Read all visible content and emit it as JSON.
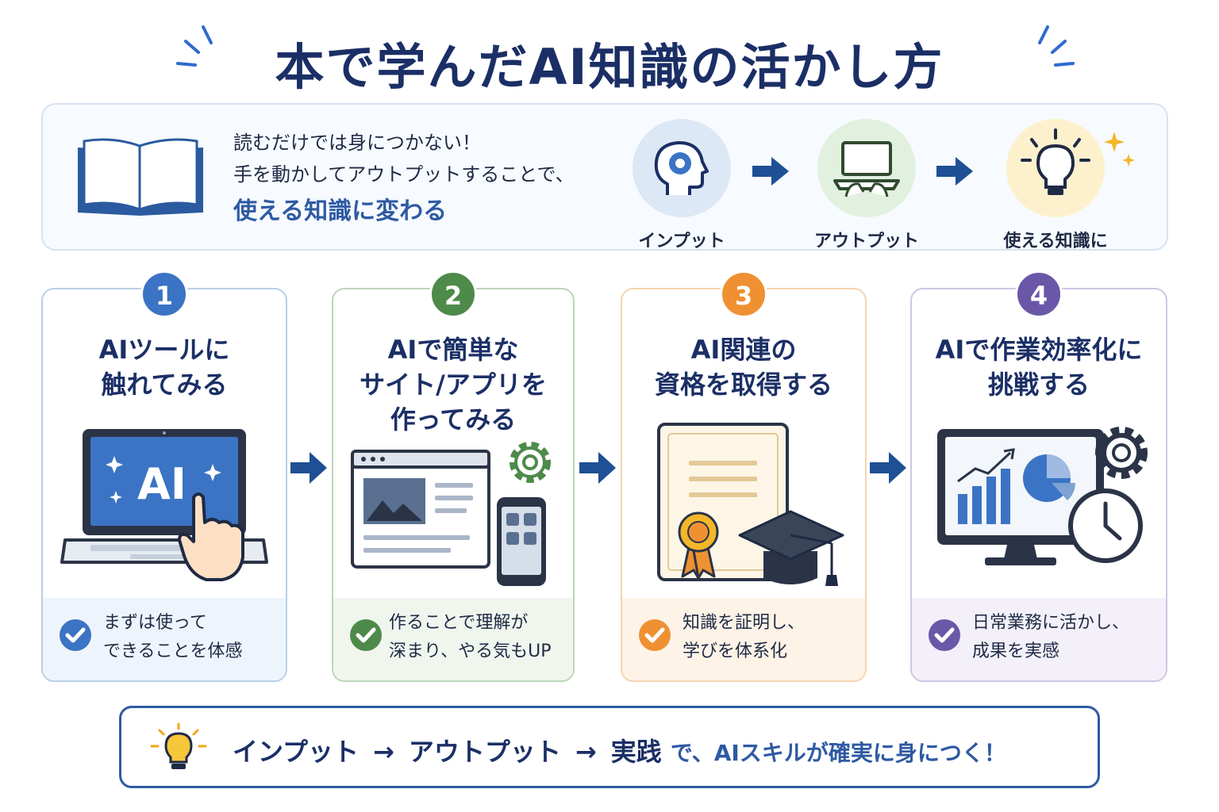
{
  "title": "本で学んだAI知識の活かし方",
  "intro": {
    "line1": "読むだけでは身につかない！",
    "line2": "手を動かしてアウトプットすることで、",
    "emphasis": "使える知識に変わる"
  },
  "flow": [
    {
      "label": "インプット",
      "icon": "brain-head-icon"
    },
    {
      "label": "アウトプット",
      "icon": "laptop-typing-icon"
    },
    {
      "label": "使える知識に",
      "icon": "lightbulb-icon"
    }
  ],
  "steps": [
    {
      "number": "1",
      "title": [
        "AIツールに",
        "触れてみる"
      ],
      "illus_text": "AI",
      "foot": [
        "まずは使って",
        "できることを体感"
      ],
      "color": "#3b74c4",
      "border": "#b9cfe8",
      "foot_bg": "#eef4fb"
    },
    {
      "number": "2",
      "title": [
        "AIで簡単な",
        "サイト/アプリを",
        "作ってみる"
      ],
      "foot": [
        "作ることで理解が",
        "深まり、やる気もUP"
      ],
      "color": "#4e8a4a",
      "border": "#bcd6b9",
      "foot_bg": "#f0f6ee"
    },
    {
      "number": "3",
      "title": [
        "AI関連の",
        "資格を取得する"
      ],
      "foot": [
        "知識を証明し、",
        "学びを体系化"
      ],
      "color": "#ef9132",
      "border": "#f5d4b0",
      "foot_bg": "#fdf3e7"
    },
    {
      "number": "4",
      "title": [
        "AIで作業効率化に",
        "挑戦する"
      ],
      "foot": [
        "日常業務に活かし、",
        "成果を実感"
      ],
      "color": "#6a57a8",
      "border": "#cfc6e3",
      "foot_bg": "#f3f0f9"
    }
  ],
  "bottom": {
    "w1": "インプット",
    "arrow": "→",
    "w2": "アウトプット",
    "w3": "実践",
    "tail": "で、AIスキルが確実に身につく！"
  }
}
